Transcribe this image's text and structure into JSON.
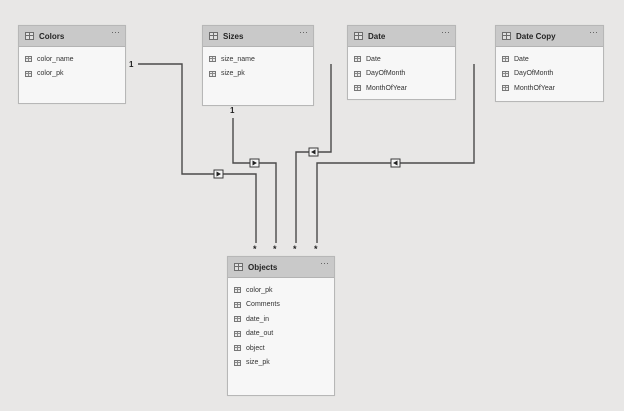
{
  "tables": {
    "colors": {
      "title": "Colors",
      "more": "···",
      "fields": [
        "color_name",
        "color_pk"
      ]
    },
    "sizes": {
      "title": "Sizes",
      "more": "···",
      "fields": [
        "size_name",
        "size_pk"
      ]
    },
    "date": {
      "title": "Date",
      "more": "···",
      "fields": [
        "Date",
        "DayOfMonth",
        "MonthOfYear"
      ]
    },
    "date_copy": {
      "title": "Date Copy",
      "more": "···",
      "fields": [
        "Date",
        "DayOfMonth",
        "MonthOfYear"
      ]
    },
    "objects": {
      "title": "Objects",
      "more": "···",
      "fields": [
        "color_pk",
        "Comments",
        "date_in",
        "date_out",
        "object",
        "size_pk"
      ]
    }
  },
  "relationships": {
    "colors_objects": {
      "one_label": "1",
      "many_label": "*"
    },
    "sizes_objects": {
      "one_label": "1",
      "many_label": "*"
    },
    "date_objects": {
      "many_label": "*"
    },
    "date_copy_objects": {
      "many_label": "*"
    }
  },
  "colors": {
    "canvas_bg": "#e8e7e6",
    "header_bg": "#c9c9c9",
    "line": "#4a4a4a"
  }
}
